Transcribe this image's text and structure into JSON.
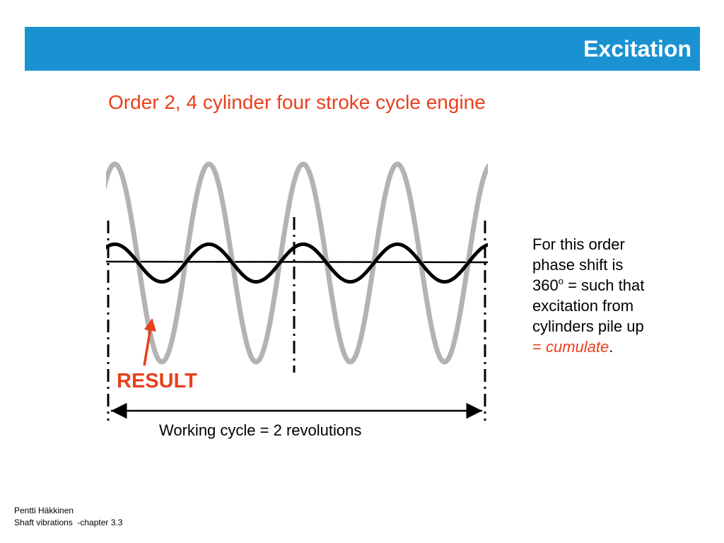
{
  "header": {
    "title": "Excitation"
  },
  "subtitle": "Order 2, 4 cylinder four stroke cycle engine",
  "explanation": {
    "line1": "For this order",
    "line2": "phase shift is",
    "line3_value": "360",
    "line3_sup": "o",
    "line3_rest": " = such that",
    "line4": "excitation from",
    "line5": "cylinders pile up",
    "eq": "= ",
    "emph": "cumulate",
    "end": "."
  },
  "labels": {
    "result": "RESULT",
    "cycle": "Working cycle = 2 revolutions"
  },
  "footer": {
    "author": "Pentti Häkkinen",
    "course": "Shaft vibrations  -chapter 3.3"
  },
  "colors": {
    "header_bg": "#1a92d2",
    "accent": "#e8401c",
    "result_wave": "#b3b3b3",
    "cylinder_wave": "#000000"
  },
  "chart_data": {
    "type": "line",
    "series": [
      {
        "role": "result",
        "cycles_per_working_cycle": 4,
        "relative_amplitude": 1.0,
        "color": "#b3b3b3"
      },
      {
        "role": "single-cylinder",
        "cycles_per_working_cycle": 4,
        "relative_amplitude": 0.19,
        "color": "#000000"
      }
    ],
    "working_cycle_revolutions": 2
  }
}
